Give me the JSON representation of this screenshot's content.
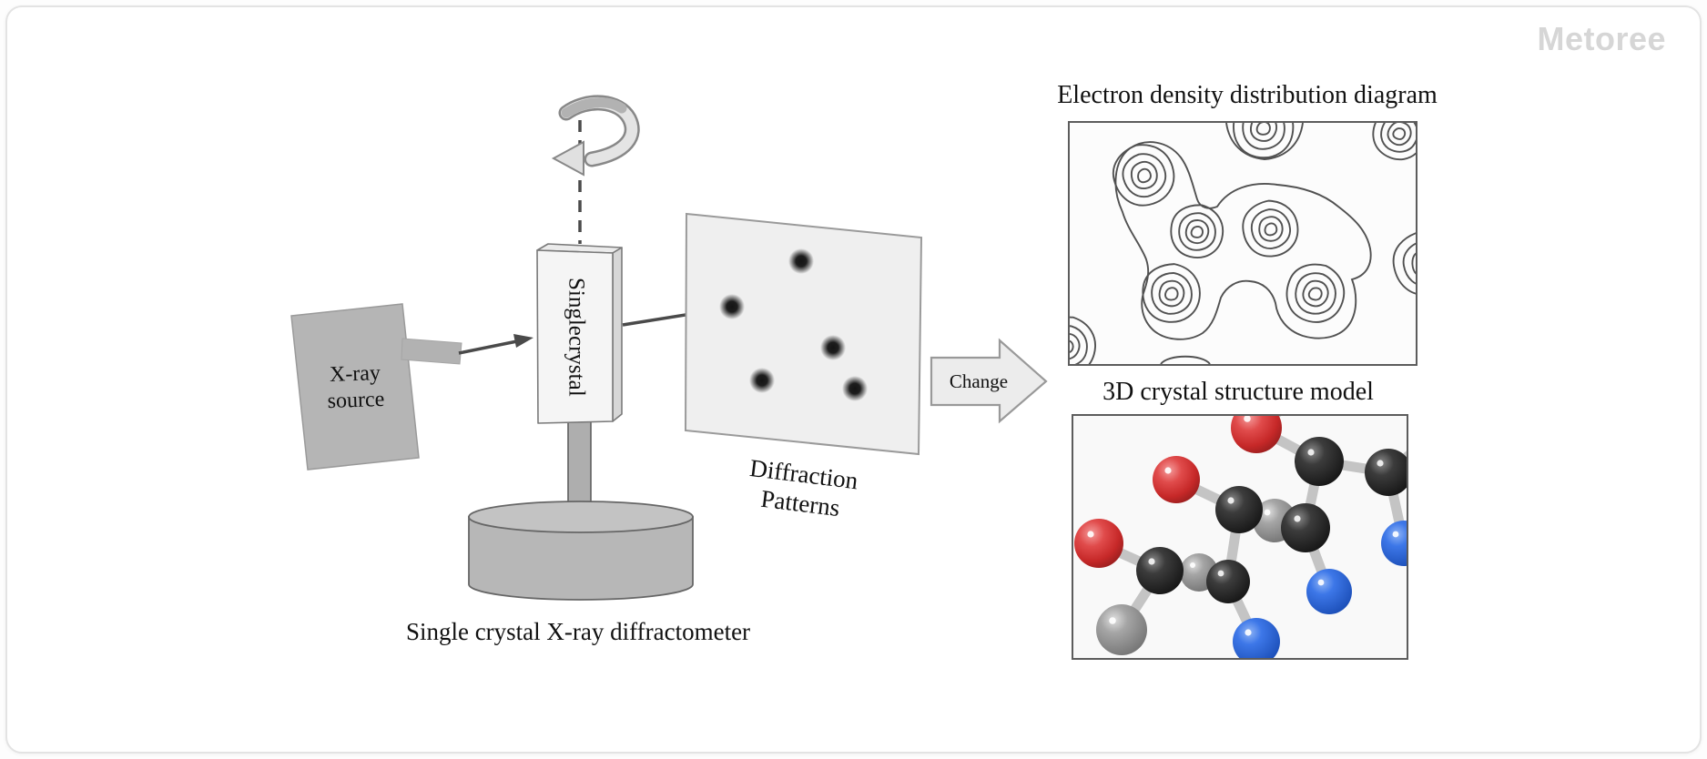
{
  "brand": {
    "logo_text": "Metoree"
  },
  "labels": {
    "xray_source_line1": "X-ray",
    "xray_source_line2": "source",
    "crystal_line1": "Single",
    "crystal_line2": "crystal",
    "diffraction_line1": "Diffraction",
    "diffraction_line2": "Patterns",
    "change": "Change",
    "device_caption": "Single crystal X-ray diffractometer"
  },
  "results": {
    "electron_density_title": "Electron density distribution diagram",
    "crystal_model_title": "3D crystal structure model"
  },
  "colors": {
    "machine_gray": "#b5b5b5",
    "panel_gray": "#efefef",
    "outline_gray": "#5c5c5c",
    "contour_line": "#515151",
    "logo_gray": "#d6d6d6",
    "atom_red": "#d63b3b",
    "atom_blue": "#2f6fe0",
    "atom_carbon": "#2e2e2e",
    "atom_gray": "#9a9a9a",
    "bond_gray": "#c4c4c4"
  }
}
